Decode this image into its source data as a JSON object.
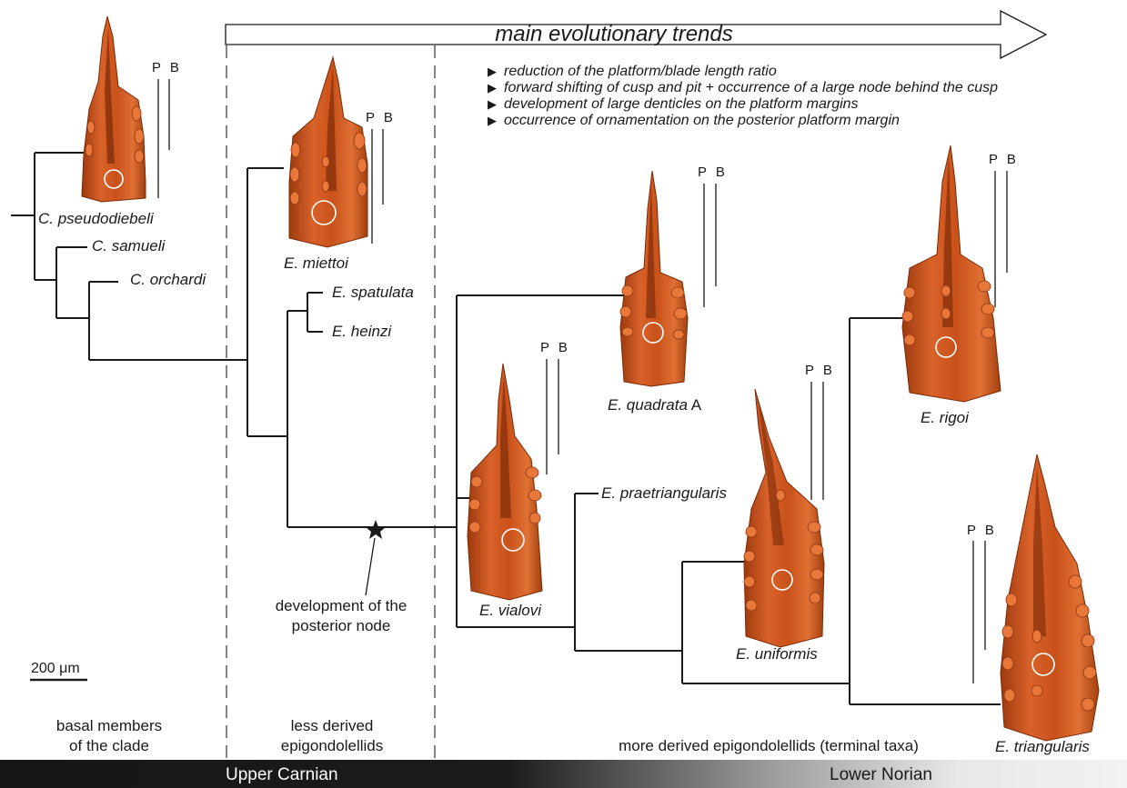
{
  "figure": {
    "trend_title": "main evolutionary trends",
    "trends": [
      "reduction of the platform/blade length ratio",
      "forward shifting of cusp and pit + occurrence of a large node behind the cusp",
      "development of large denticles on the platform margins",
      "occurrence of ornamentation on the posterior platform margin"
    ],
    "pb_label": "P B",
    "scale_bar": "200 μm",
    "node_annotation": "development of the posterior node",
    "node_annotation_lines": [
      "development of the",
      "posterior node"
    ],
    "taxa": {
      "pseudodiebeli": "C. pseudodiebeli",
      "samueli": "C. samueli",
      "orchardi": "C. orchardi",
      "miettoi": "E. miettoi",
      "spatulata": "E. spatulata",
      "heinzi": "E. heinzi",
      "quadrata": "E. quadrata",
      "quadrata_suffix": "A",
      "vialovi": "E. vialovi",
      "praetriangularis": "E. praetriangularis",
      "uniformis": "E. uniformis",
      "rigoi": "E. rigoi",
      "triangularis": "E. triangularis"
    },
    "groups": {
      "basal": [
        "basal members",
        "of the clade"
      ],
      "less": [
        "less derived",
        "epigondolellids"
      ],
      "more": "more derived epigondolellids (terminal taxa)"
    },
    "stages": {
      "left": "Upper Carnian",
      "right": "Lower Norian"
    },
    "colors": {
      "specimen": "#c8521a",
      "specimen_dark": "#7a2a08",
      "specimen_light": "#e8783a",
      "stage_bar_dark": "#161616",
      "stage_bar_light": "#f2f2f2",
      "line": "#1a1a1a"
    }
  }
}
